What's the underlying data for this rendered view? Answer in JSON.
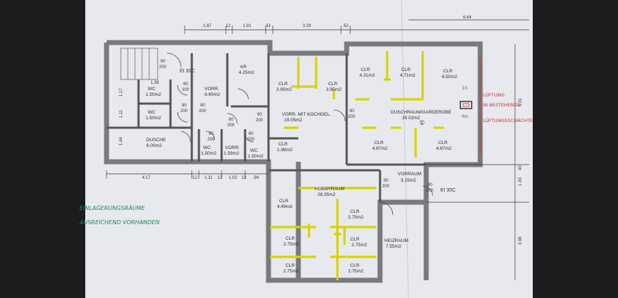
{
  "plan": {
    "top_dimensions": [
      "1.87",
      "12",
      "1.81",
      "33",
      "3.29",
      ".52",
      "6.64"
    ],
    "bottom_dimensions": [
      "4.17",
      "12",
      "1.11",
      "12",
      "1.02",
      "12",
      ".94"
    ],
    "side_dimensions_left": [
      "1.38",
      "1.17",
      "1.11",
      "1.44"
    ],
    "side_dimensions_right": [
      "5.31",
      "40",
      "1.43",
      "3.98"
    ],
    "rooms": [
      {
        "name": "AR",
        "area": "4.25m2"
      },
      {
        "name": "CLR",
        "area": "3.95m2"
      },
      {
        "name": "CLR",
        "area": "3.95m2"
      },
      {
        "name": "CLR",
        "area": "4.31m2"
      },
      {
        "name": "CLR",
        "area": "4.71m2"
      },
      {
        "name": "CLR",
        "area": "6.50m2"
      },
      {
        "name": "WC",
        "area": "1.50m2"
      },
      {
        "name": "WC",
        "area": "1.50m2"
      },
      {
        "name": "VORR.",
        "area": "8.60m2"
      },
      {
        "name": "VORR. MIT KOCHGEL.",
        "area": "19.05m2"
      },
      {
        "name": "DUSCHRAUM/GARDEROBE",
        "area": "35.02m2"
      },
      {
        "name": "DUSCHE",
        "area": "6.00m2"
      },
      {
        "name": "WC",
        "area": "1.50m2"
      },
      {
        "name": "VORR.",
        "area": "1.59m2"
      },
      {
        "name": "WC",
        "area": "1.50m2"
      },
      {
        "name": "CLR",
        "area": "1.98m2"
      },
      {
        "name": "CLR",
        "area": "4.67m2"
      },
      {
        "name": "CLR",
        "area": "4.67m2"
      },
      {
        "name": "HOBBYRAUM",
        "area": "28.35m2"
      },
      {
        "name": "VORRAUM",
        "area": "3.15m2"
      },
      {
        "name": "CLR",
        "area": "4.49m2"
      },
      {
        "name": "CLR",
        "area": "2.75m2"
      },
      {
        "name": "CLR",
        "area": "2.75m2"
      },
      {
        "name": "CLR",
        "area": "2.75m2"
      },
      {
        "name": "CLR",
        "area": "2.75m2"
      },
      {
        "name": "CLR",
        "area": "2.75m2"
      },
      {
        "name": "HEIZRAUM",
        "area": "7.55m2"
      }
    ],
    "door_labels": [
      {
        "w": "90",
        "h": "200"
      },
      {
        "w": "80",
        "h": "200"
      },
      {
        "w": "80",
        "h": "200"
      },
      {
        "w": "80",
        "h": "200"
      },
      {
        "w": "90",
        "h": "200"
      },
      {
        "w": "80",
        "h": "200"
      },
      {
        "w": "80",
        "h": "200"
      },
      {
        "w": "80",
        "h": "200"
      },
      {
        "w": "90",
        "h": "200"
      },
      {
        "w": "90",
        "h": "200"
      },
      {
        "w": "80",
        "h": "200"
      }
    ],
    "fire_ratings": [
      "EI 30C",
      "EI 30C"
    ],
    "window_fraction": [
      "10",
      "6U"
    ],
    "note_red": [
      "LÜFTUNG",
      "IN BESTEHENDE",
      "LÜFTUNGSSCHÄCHTE"
    ],
    "note_green": [
      "EINLAGERUNGSRÄUME",
      "AUSREICHEND VORHANDEN"
    ],
    "symbol": "①"
  }
}
